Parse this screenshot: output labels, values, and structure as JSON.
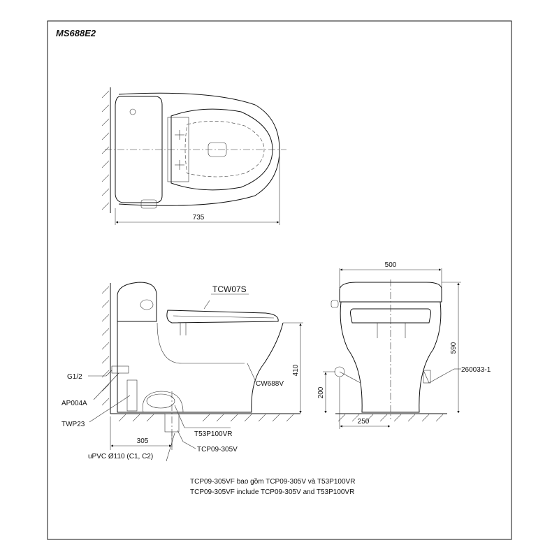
{
  "model_code": "MS688E2",
  "top_view": {
    "width_dim": "735"
  },
  "side_view": {
    "seat_label": "TCW07S",
    "supply_label": "G1/2",
    "valve_label": "AP004A",
    "hose_label": "TWP23",
    "flange_label": "T53P100VR",
    "outlet_label": "TCP09-305V",
    "pipe_label": "uPVC Ø110 (C1, C2)",
    "body_label": "CW688V",
    "rough_in_dim": "305",
    "height_dim": "410"
  },
  "front_view": {
    "width_dim": "500",
    "height_dim": "590",
    "supply_height_dim": "200",
    "supply_offset_dim": "250",
    "part_label": "260033-1"
  },
  "notes": [
    "TCP09-305VF bao gồm TCP09-305V và T53P100VR",
    "TCP09-305VF include TCP09-305V and T53P100VR"
  ]
}
